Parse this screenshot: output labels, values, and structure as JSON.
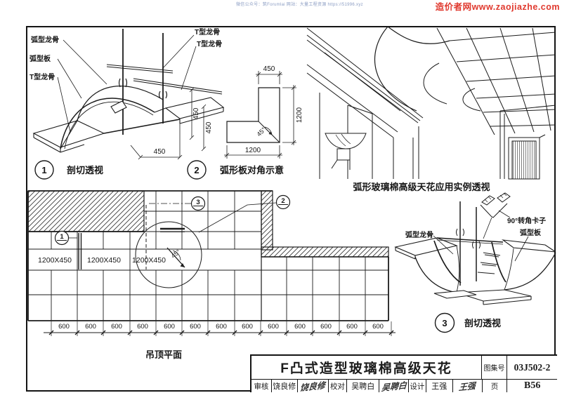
{
  "page": {
    "blue_watermark": "微信公众号：筑Forumlai 网站：大量工程资源 https://51996.xyz",
    "red_watermark": "造价者网www.zaojiazhe.com"
  },
  "view1": {
    "num": "1",
    "caption": "剖切透视",
    "label_arc_runner": "弧型龙骨",
    "label_arc_board": "弧型板",
    "label_t_runner": "T型龙骨",
    "label_t_runner_r1": "T型龙骨",
    "label_t_runner_r2": "T型龙骨",
    "dim_450a": "450",
    "dim_450b": "450",
    "dim_450c": "450"
  },
  "view2": {
    "num": "2",
    "caption": "弧形板对角示意",
    "dim_top": "450",
    "dim_right": "1200",
    "dim_bottom": "1200",
    "angle": "45°"
  },
  "example": {
    "caption": "弧形玻璃棉高级天花应用实例透视"
  },
  "plan": {
    "caption": "吊顶平面",
    "tile1": "1200X450",
    "tile2": "1200X450",
    "tile3": "1200X450",
    "angle": "45°",
    "dim_600": "600",
    "bubble1": "1",
    "bubble2": "2",
    "bubble3": "3"
  },
  "view3": {
    "num": "3",
    "caption": "剖切透视",
    "label_arc_runner": "弧型龙骨",
    "label_corner_clip": "90°转角卡子",
    "label_arc_board": "弧型板"
  },
  "titleblock": {
    "title": "F凸式造型玻璃棉高级天花",
    "atlas_label": "图集号",
    "atlas_no": "03J502-2",
    "page_label": "页",
    "page_no": "B56",
    "audit_label": "审核",
    "audit_name": "饶良修",
    "audit_sig": "饶良修",
    "proof_label": "校对",
    "proof_name": "吴聘白",
    "proof_sig": "吴聘白",
    "design_label": "设计",
    "design_name": "王强",
    "design_sig": "王强"
  }
}
